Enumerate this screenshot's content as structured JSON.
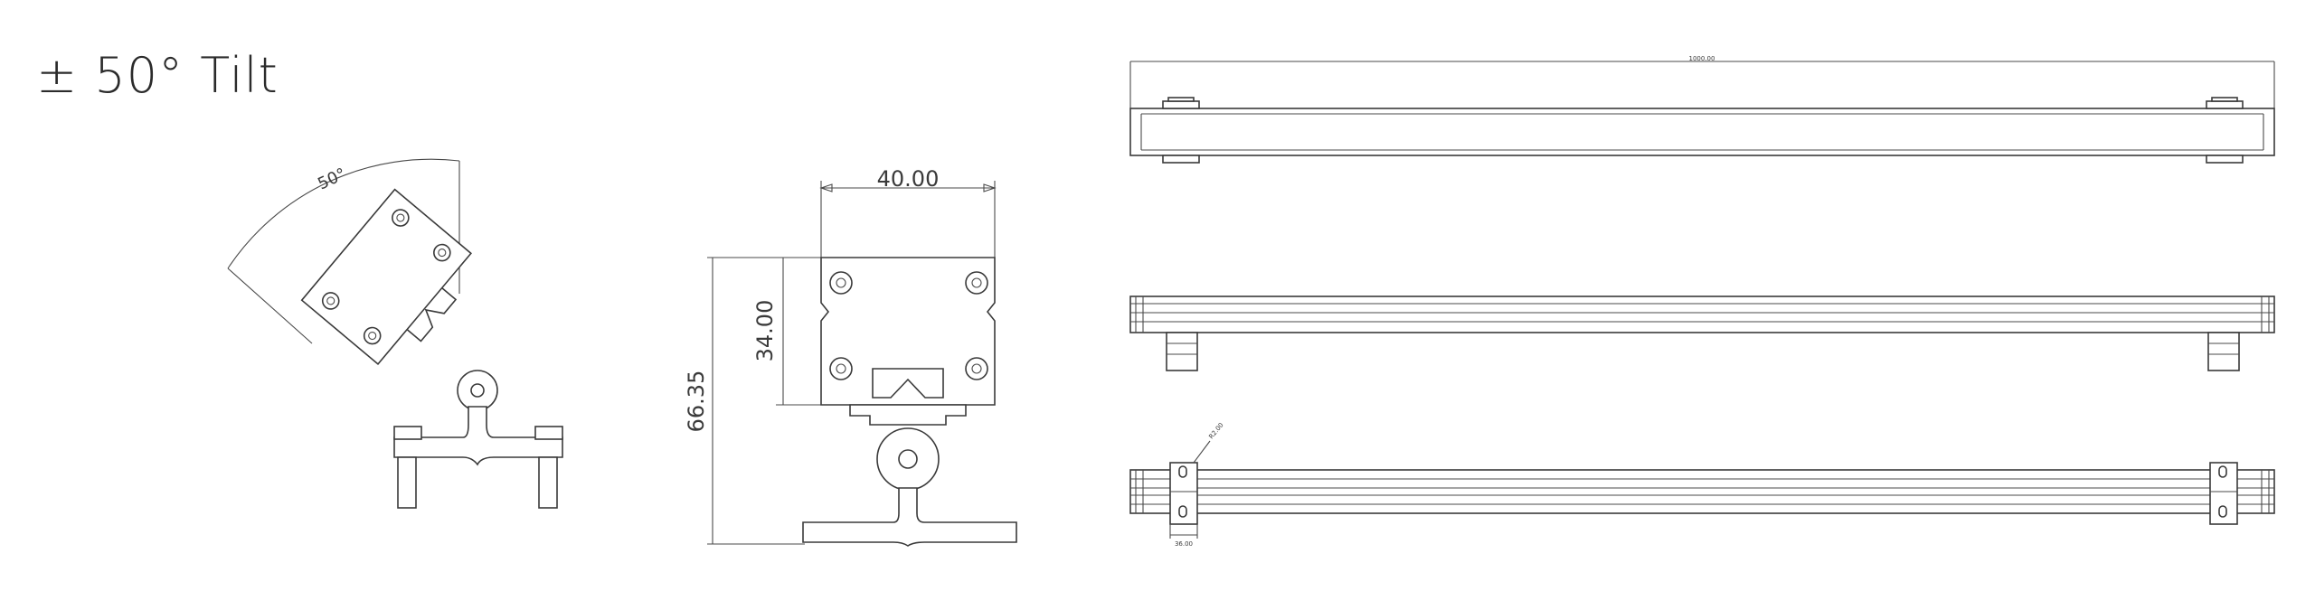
{
  "title": "± 50° Tilt",
  "tilt": {
    "angle_label": "50°"
  },
  "front_view": {
    "width_label": "40.00",
    "body_height_label": "34.00",
    "total_height_label": "66.35"
  },
  "top_view": {
    "length_label": "1000.00"
  },
  "bottom_view": {
    "bracket_angle_label": "R2.00",
    "bracket_width_label": "36.00"
  }
}
